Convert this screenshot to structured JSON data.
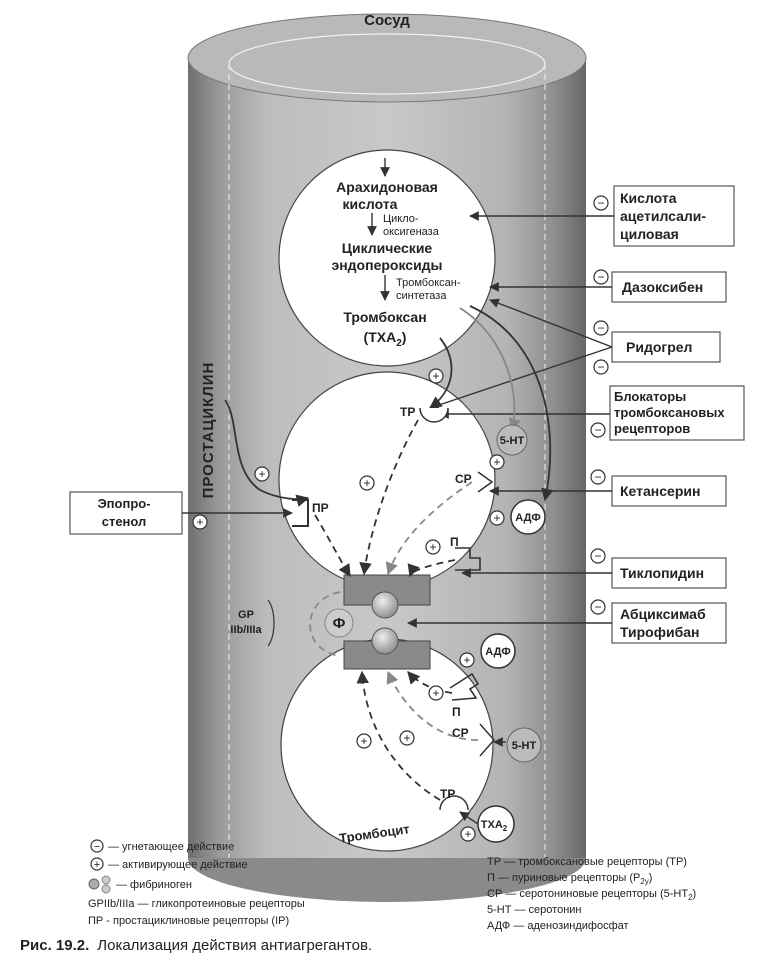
{
  "vessel_label": "Сосуд",
  "prostacyclin_label": "ПРОСТАЦИКЛИН",
  "pathway": {
    "arachidonic": [
      "Арахидоновая",
      "кислота"
    ],
    "cyclooxygenase": [
      "Цикло-",
      "оксигеназа"
    ],
    "endoperoxides": [
      "Циклические",
      "эндопероксиды"
    ],
    "synthetase": [
      "Тромбоксан-",
      "синтетаза"
    ],
    "thromboxane": [
      "Тромбоксан",
      "(ТХА",
      "2",
      ")"
    ]
  },
  "drugs": {
    "aspirin": [
      "Кислота",
      "ацетилсали-",
      "циловая"
    ],
    "dazoxiben": "Дазоксибен",
    "ridogrel": "Ридогрел",
    "tp_blockers": [
      "Блокаторы",
      "тромбоксановых",
      "рецепторов"
    ],
    "ketanserin": "Кетансерин",
    "ticlopidine": "Тиклопидин",
    "abciximab": [
      "Абциксимаб",
      "Тирофибан"
    ],
    "epoprostenol": [
      "Эпопро-",
      "стенол"
    ]
  },
  "receptors": {
    "tp": "ТР",
    "sr": "СР",
    "p": "П",
    "pr": "ПР",
    "gp": [
      "GP",
      "IIb/IIIa"
    ],
    "fibrinogen": "Ф"
  },
  "mediators": {
    "serotonin": "5-НТ",
    "adp": "АДФ",
    "txa2": "ТХА",
    "txa2_sub": "2"
  },
  "platelet_label": "Тромбоцит",
  "symbols": {
    "minus": "−",
    "plus": "+"
  },
  "legend_left": [
    "— угнетающее действие",
    "— активирующее действие",
    "— фибриноген",
    "GPIIb/IIIa — гликопротеиновые рецепторы",
    "ПР - простациклиновые рецепторы (IP)"
  ],
  "legend_right": [
    "ТР — тромбоксановые рецепторы (ТР)",
    "П — пуриновые рецепторы (Р",
    "СР — серотониновые рецепторы (5-НТ",
    "5-НТ — серотонин",
    "АДФ — аденозиндифосфат"
  ],
  "legend_right_subs": {
    "p2y": "2y",
    "ht2": "2"
  },
  "caption_bold": "Рис. 19.2.",
  "caption_text": "Локализация действия антиагрегантов."
}
